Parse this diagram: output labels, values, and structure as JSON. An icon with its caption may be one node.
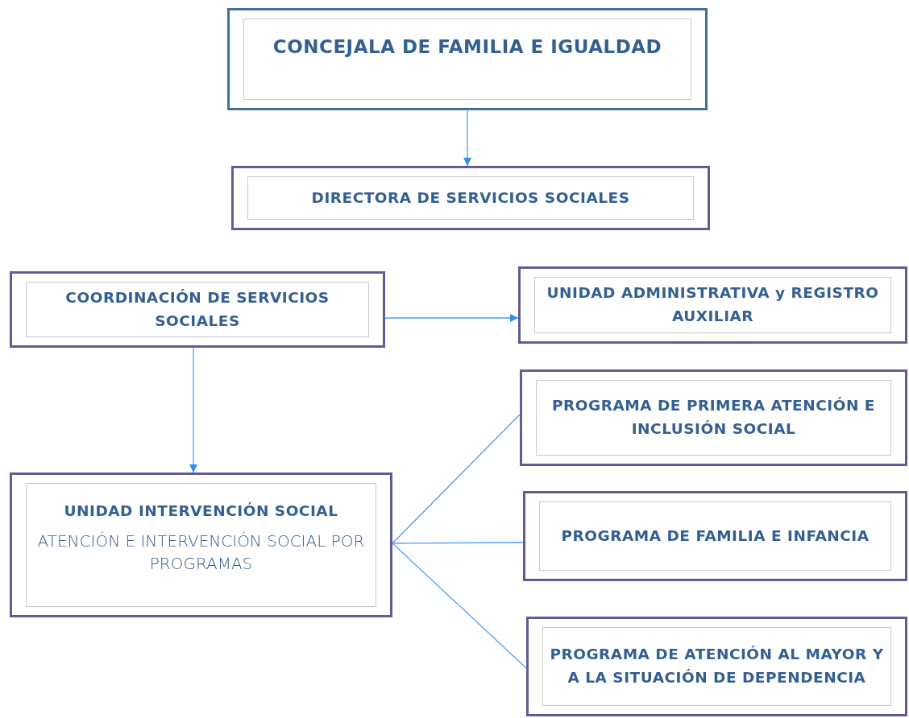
{
  "diagram": {
    "nodes": [
      {
        "text": [
          "CONCEJALA DE FAMILIA E IGUALDAD"
        ]
      },
      {
        "text": [
          "DIRECTORA DE SERVICIOS SOCIALES"
        ]
      },
      {
        "text": [
          "COORDINACIÓN DE SERVICIOS SOCIALES"
        ]
      },
      {
        "text": [
          "UNIDAD ADMINISTRATIVA y REGISTRO AUXILIAR"
        ]
      },
      {
        "text": [
          "UNIDAD INTERVENCIÓN SOCIAL",
          "ATENCIÓN E INTERVENCIÓN SOCIAL POR PROGRAMAS"
        ]
      },
      {
        "text": [
          "PROGRAMA DE PRIMERA ATENCIÓN E INCLUSIÓN SOCIAL"
        ]
      },
      {
        "text": [
          "PROGRAMA DE FAMILIA E INFANCIA"
        ]
      },
      {
        "text": [
          "PROGRAMA DE ATENCIÓN AL MAYOR Y A LA SITUACIÓN DE DEPENDENCIA"
        ]
      }
    ],
    "edges": [
      {
        "from": 0,
        "to": 1,
        "arrow": "to"
      },
      {
        "from": 2,
        "to": 3,
        "arrow": "to"
      },
      {
        "from": 2,
        "to": 4,
        "arrow": "to"
      },
      {
        "from": 4,
        "to": 5,
        "arrow": "none"
      },
      {
        "from": 4,
        "to": 6,
        "arrow": "none"
      },
      {
        "from": 4,
        "to": 7,
        "arrow": "none"
      }
    ]
  }
}
